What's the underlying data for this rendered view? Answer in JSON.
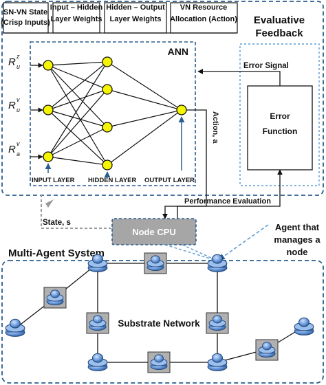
{
  "headers": {
    "col1": {
      "line1": "SN-VN State",
      "line2": "(Crisp Inputs)"
    },
    "col2": {
      "line1": "Input – Hidden",
      "line2": "Layer Weights"
    },
    "col3": {
      "line1": "Hidden – Output",
      "line2": "Layer Weights"
    },
    "col4": {
      "line1": "VN Resource",
      "line2": "Allocation (Action)"
    }
  },
  "evaluative_feedback": {
    "line1": "Evaluative",
    "line2": "Feedback"
  },
  "ann_title": "ANN",
  "inputs": [
    {
      "main": "R",
      "sub": "u",
      "sup": "z"
    },
    {
      "main": "R",
      "sub": "u",
      "sup": "v"
    },
    {
      "main": "R",
      "sub": "a",
      "sup": "v"
    }
  ],
  "layer_labels": {
    "input": "INPUT LAYER",
    "hidden": "HIDDEN LAYER",
    "output": "OUTPUT LAYER"
  },
  "action_label": "Action, a",
  "error_signal": "Error Signal",
  "error_function": {
    "line1": "Error",
    "line2": "Function"
  },
  "performance_evaluation": "Performance Evaluation",
  "state_label": "State, s",
  "node_cpu": "Node CPU",
  "agent_label": {
    "line1": "Agent that",
    "line2": "manages a",
    "line3": "node"
  },
  "mas_title": "Multi-Agent System",
  "substrate_label": "Substrate Network",
  "colors": {
    "dashed_blue": "#2a5d8f",
    "neuron": "#f5f500",
    "node_blue": "#5b8fd6",
    "cpu_gray": "#a6a6a6"
  }
}
